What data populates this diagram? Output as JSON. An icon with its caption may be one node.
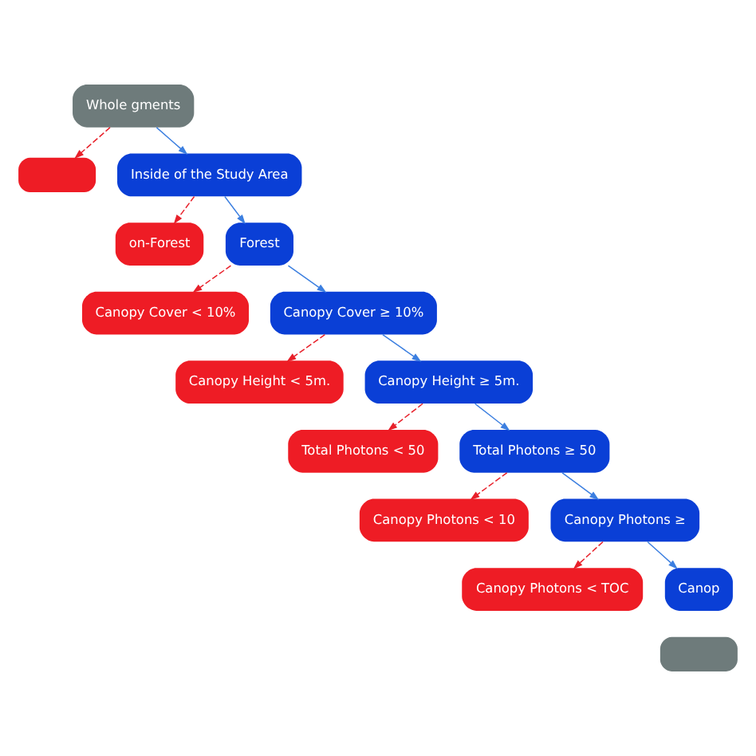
{
  "diagram": {
    "nodes": [
      {
        "text": [
          "Whole gments"
        ]
      },
      {
        "text": [],
        "shape": "box"
      },
      {
        "text": [
          "Inside of the Study Area"
        ]
      },
      {
        "text": [
          "on-Forest"
        ]
      },
      {
        "text": [
          "Forest"
        ]
      },
      {
        "text": [
          "Canopy Cover < 10%"
        ]
      },
      {
        "text": [
          "Canopy Cover ≥ 10%"
        ]
      },
      {
        "text": [
          "Canopy Height < 5m."
        ]
      },
      {
        "text": [
          "Canopy Height ≥ 5m."
        ]
      },
      {
        "text": [
          "Total Photons < 50"
        ]
      },
      {
        "text": [
          "Total Photons ≥ 50"
        ]
      },
      {
        "text": [
          "Canopy Photons < 10"
        ]
      },
      {
        "text": [
          "Canopy Photons ≥"
        ]
      },
      {
        "text": [
          "Canopy Photons < TOC"
        ]
      },
      {
        "text": [
          "Canop"
        ]
      },
      {
        "text": [],
        "shape": "box"
      }
    ],
    "edges": [
      {
        "from": 0,
        "to": 1,
        "arrow": "to",
        "style": "dashed",
        "color": "#e8202a"
      },
      {
        "from": 0,
        "to": 2,
        "arrow": "to",
        "color": "#3c7fe0"
      },
      {
        "from": 2,
        "to": 3,
        "arrow": "to",
        "style": "dashed",
        "color": "#e8202a"
      },
      {
        "from": 2,
        "to": 4,
        "arrow": "to",
        "color": "#3c7fe0"
      },
      {
        "from": 4,
        "to": 5,
        "arrow": "to",
        "style": "dashed",
        "color": "#e8202a"
      },
      {
        "from": 4,
        "to": 6,
        "arrow": "to",
        "color": "#3c7fe0"
      },
      {
        "from": 6,
        "to": 7,
        "arrow": "to",
        "style": "dashed",
        "color": "#e8202a"
      },
      {
        "from": 6,
        "to": 8,
        "arrow": "to",
        "color": "#3c7fe0"
      },
      {
        "from": 8,
        "to": 9,
        "arrow": "to",
        "style": "dashed",
        "color": "#e8202a"
      },
      {
        "from": 8,
        "to": 10,
        "arrow": "to",
        "color": "#3c7fe0"
      },
      {
        "from": 10,
        "to": 11,
        "arrow": "to",
        "style": "dashed",
        "color": "#e8202a"
      },
      {
        "from": 10,
        "to": 12,
        "arrow": "to",
        "color": "#3c7fe0"
      },
      {
        "from": 12,
        "to": 13,
        "arrow": "to",
        "style": "dashed",
        "color": "#e8202a"
      },
      {
        "from": 12,
        "to": 14,
        "arrow": "to",
        "color": "#3c7fe0"
      }
    ]
  }
}
